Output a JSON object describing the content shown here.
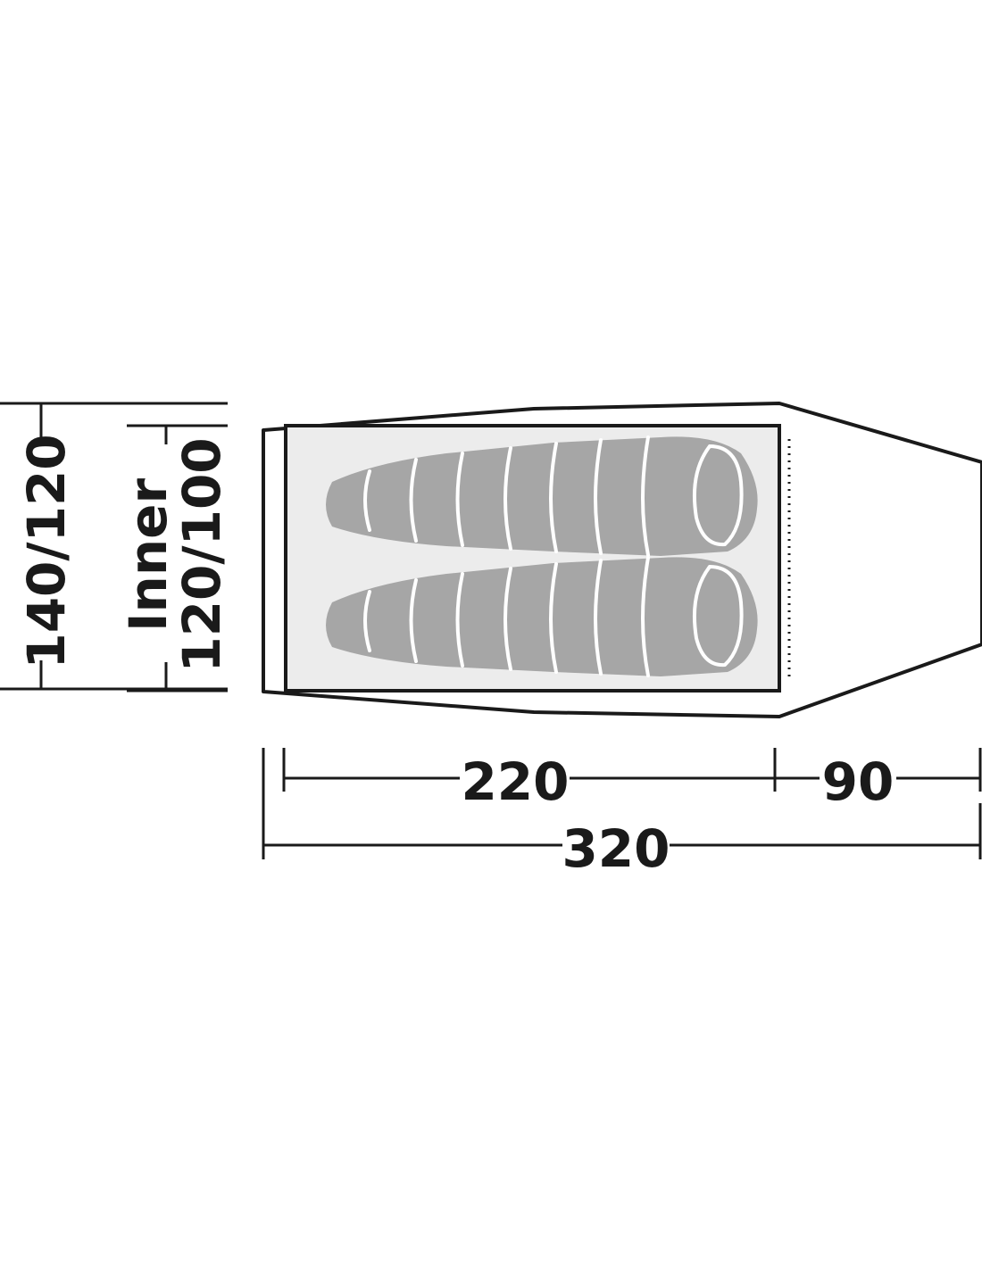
{
  "dimensions": {
    "outer_width": "140/120",
    "inner_label": "Inner",
    "inner_width": "120/100",
    "inner_length": "220",
    "vestibule_length": "90",
    "total_length": "320"
  },
  "sleeping_bags": 2,
  "colors": {
    "line": "#1a1a1a",
    "inner_fill": "#ececec",
    "bag_fill": "#a6a6a6",
    "background": "#ffffff"
  }
}
